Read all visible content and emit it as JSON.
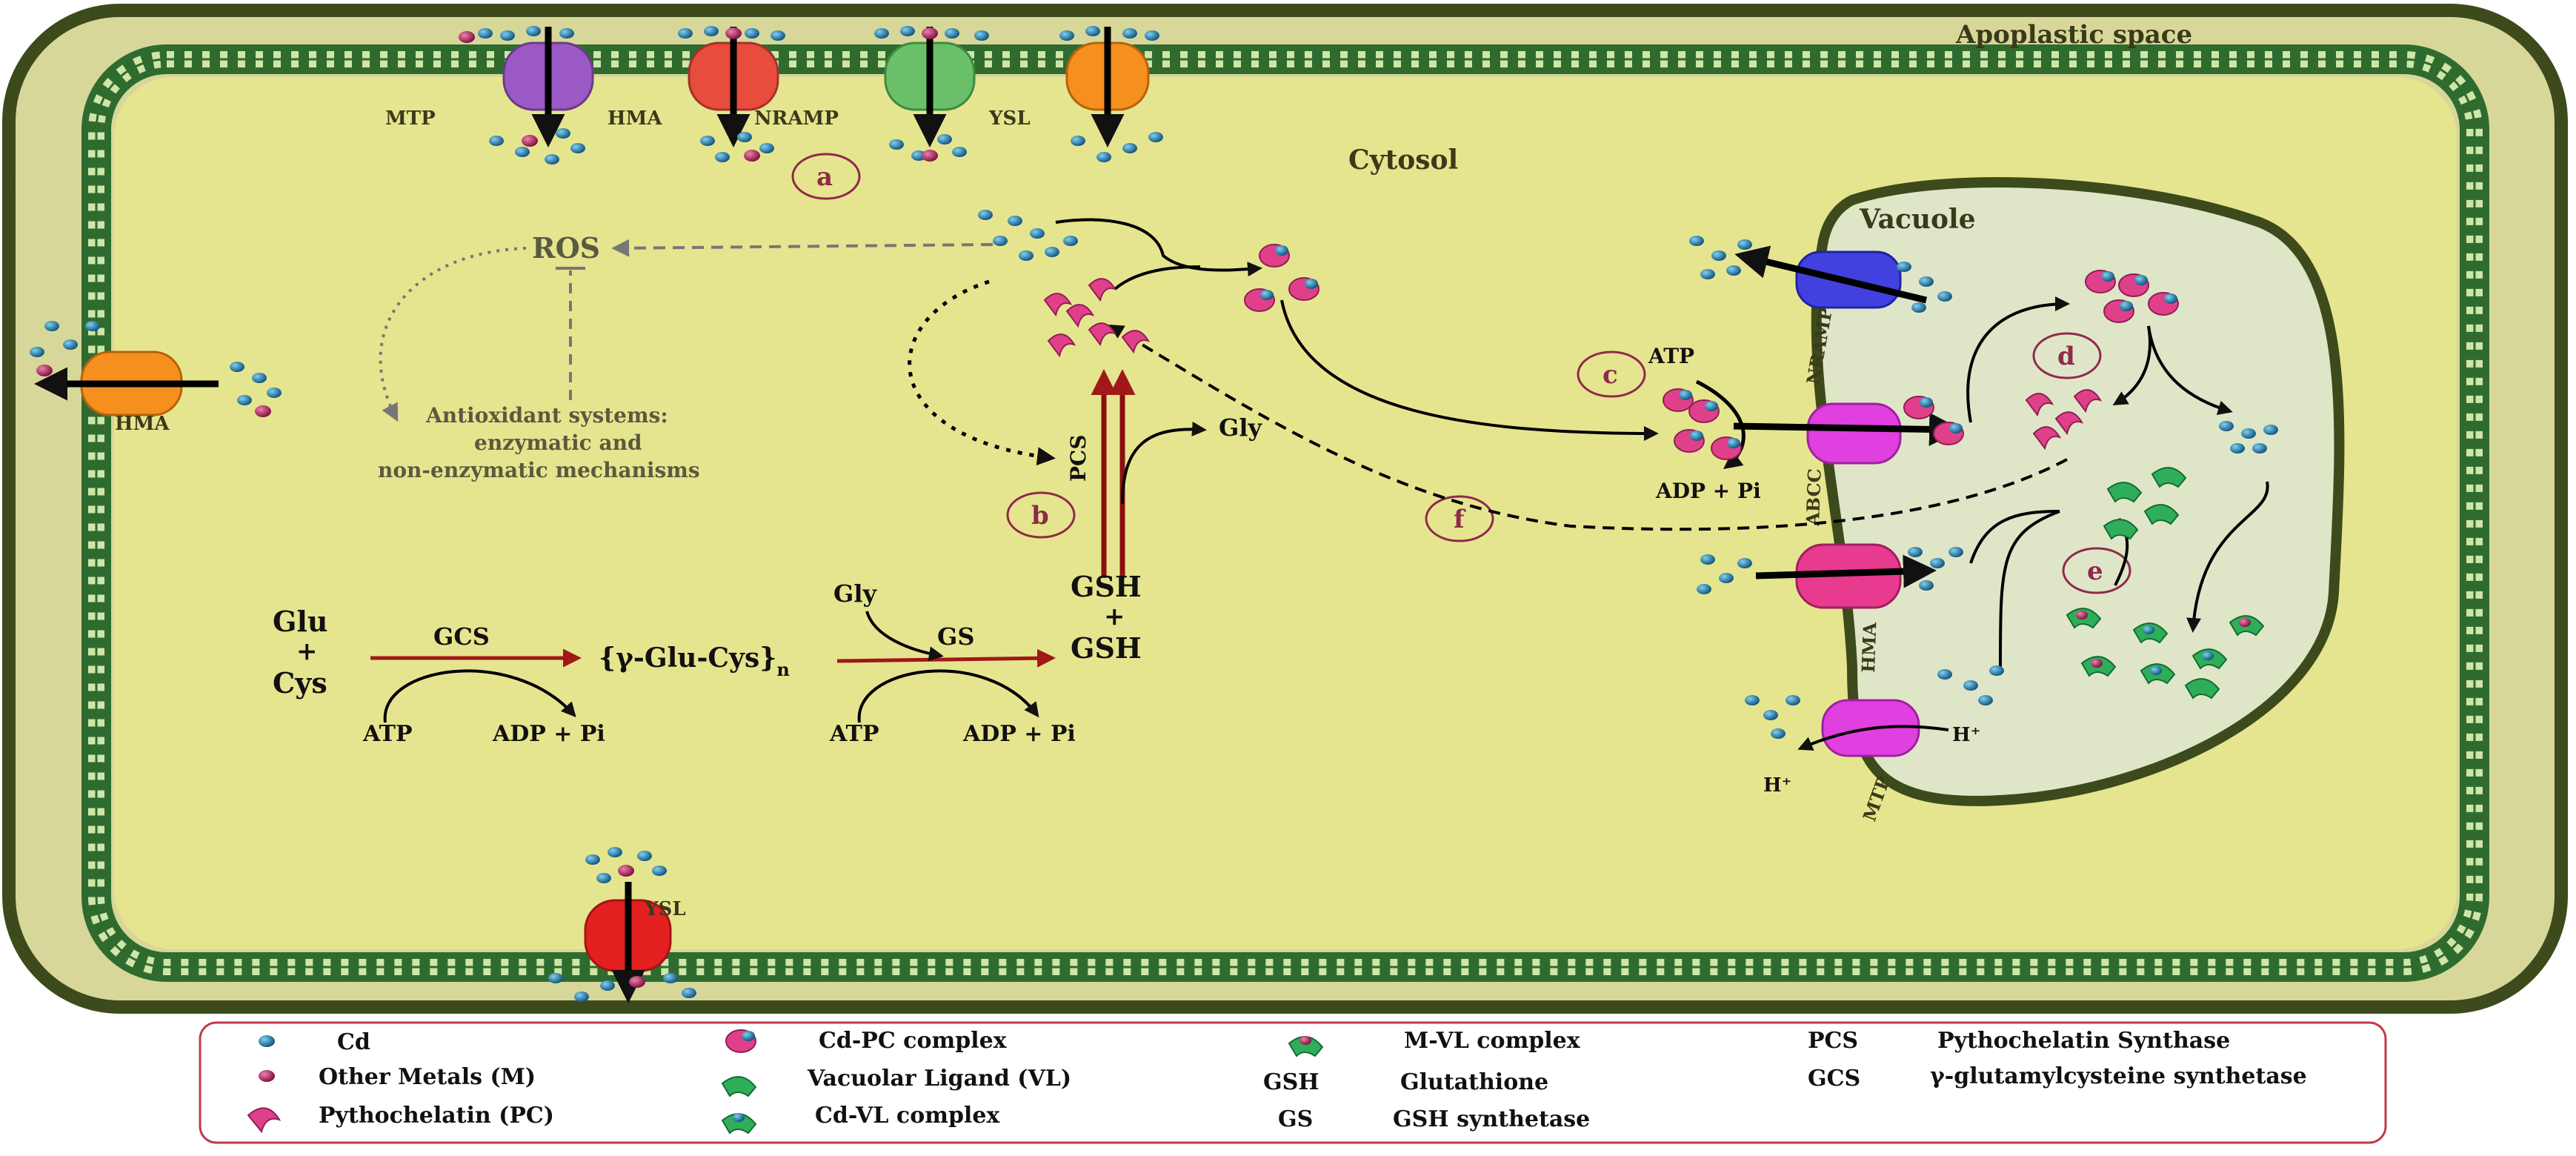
{
  "regions": {
    "apoplast": "Apoplastic space",
    "cytosol": "Cytosol",
    "vacuole": "Vacuole"
  },
  "steps": {
    "a": "a",
    "b": "b",
    "c": "c",
    "d": "d",
    "e": "e",
    "f": "f"
  },
  "transporters": {
    "mtp": "MTP",
    "hma": "HMA",
    "nramp": "NRAMP",
    "ysl": "YSL",
    "hma_left": "HMA",
    "ysl_bottom": "YSL",
    "vac_nramp": "NRAMP",
    "vac_abcc": "ABCC",
    "vac_hma": "HMA",
    "vac_mtp": "MTP"
  },
  "labels": {
    "ros": "ROS",
    "antiox_1": "Antioxidant systems:",
    "antiox_2": "enzymatic and",
    "antiox_3": "non-enzymatic mechanisms",
    "pcs": "PCS",
    "gly_top": "Gly",
    "gsh_1": "GSH",
    "plus_gsh": "+",
    "gsh_2": "GSH",
    "glu": "Glu",
    "plus": "+",
    "cys": "Cys",
    "gcs": "GCS",
    "atp_1": "ATP",
    "adp_1": "ADP + Pi",
    "glucys": "{γ-Glu-Cys}",
    "glucys_sub": "n",
    "gly_2": "Gly",
    "gs": "GS",
    "atp_2": "ATP",
    "adp_2": "ADP + Pi",
    "atp_c": "ATP",
    "adp_c": "ADP + Pi",
    "h_plus_1": "H⁺",
    "h_plus_2": "H⁺"
  },
  "legend": {
    "cd": "Cd",
    "other_metals": "Other Metals (M)",
    "pc": "Pythochelatin (PC)",
    "cd_pc": "Cd-PC complex",
    "vl": "Vacuolar Ligand (VL)",
    "cd_vl": "Cd-VL complex",
    "m_vl": "M-VL complex",
    "gsh_abbr": "GSH",
    "gsh_full": "Glutathione",
    "gs_abbr": "GS",
    "gs_full": "GSH synthetase",
    "pcs_abbr": "PCS",
    "pcs_full": "Pythochelatin Synthase",
    "gcs_abbr": "GCS",
    "gcs_full": "γ-glutamylcysteine synthetase"
  },
  "colors": {
    "cell_wall": "#d8d79a",
    "cytosol": "#e6e58f",
    "membrane": "#2f6b2f",
    "vacuole": "#dfe6c8",
    "cd": "#1f6fa3",
    "other_metal": "#b0255e",
    "pc": "#e0408a",
    "vl": "#2fae5a",
    "mtp": "#9b59c6",
    "hma": "#e74c3c",
    "ysl": "#6abf69",
    "unknown": "#f58f1e",
    "step_circle": "#8e2a4a"
  }
}
